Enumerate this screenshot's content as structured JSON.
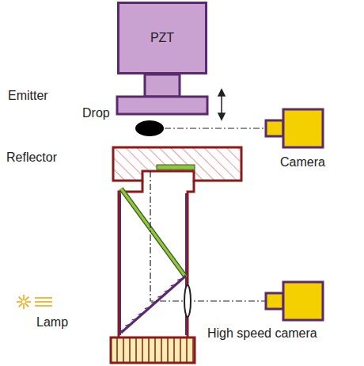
{
  "diagram": {
    "nodes": [
      {
        "text": [
          "PZT"
        ]
      }
    ],
    "labels": [
      "Emitter",
      "Drop",
      "Reflector",
      "Camera",
      "High speed camera",
      "Lamp"
    ]
  }
}
